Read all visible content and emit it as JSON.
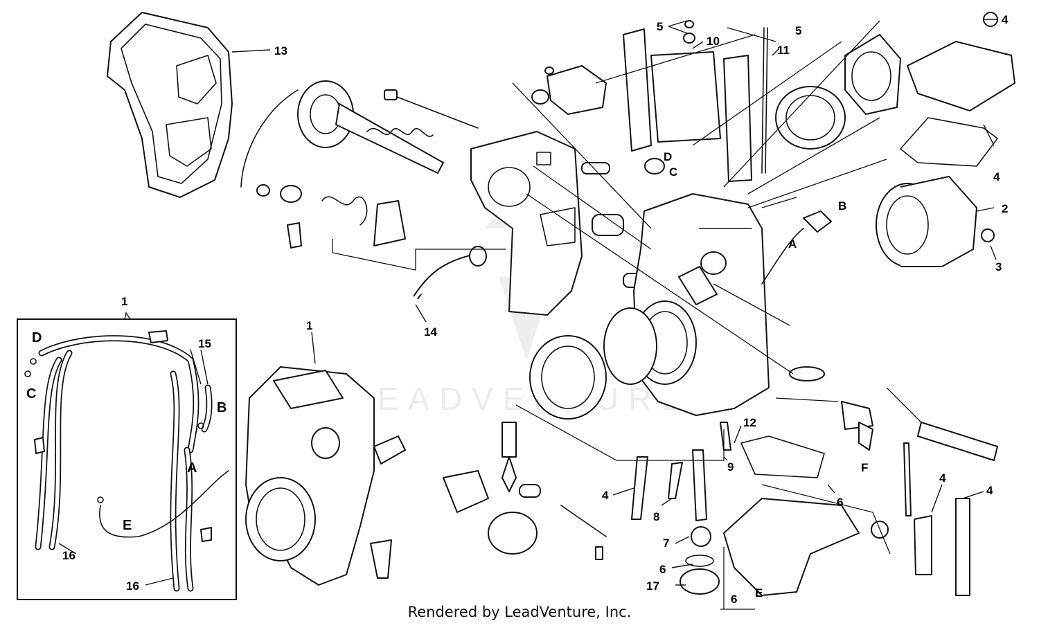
{
  "diagram": {
    "callouts": [
      {
        "id": "c13",
        "text": "13"
      },
      {
        "id": "c5a",
        "text": "5"
      },
      {
        "id": "c10",
        "text": "10"
      },
      {
        "id": "c5b",
        "text": "5"
      },
      {
        "id": "c11",
        "text": "11"
      },
      {
        "id": "c4a",
        "text": "4"
      },
      {
        "id": "cD1",
        "text": "D"
      },
      {
        "id": "cC1",
        "text": "C"
      },
      {
        "id": "cB1",
        "text": "B"
      },
      {
        "id": "cA1",
        "text": "A"
      },
      {
        "id": "c2",
        "text": "2"
      },
      {
        "id": "c4b",
        "text": "4"
      },
      {
        "id": "c3",
        "text": "3"
      },
      {
        "id": "c14",
        "text": "14"
      },
      {
        "id": "c1a",
        "text": "1"
      },
      {
        "id": "c1b",
        "text": "1"
      },
      {
        "id": "cD2",
        "text": "D"
      },
      {
        "id": "cC2",
        "text": "C"
      },
      {
        "id": "c15",
        "text": "15"
      },
      {
        "id": "cB2",
        "text": "B"
      },
      {
        "id": "cA2",
        "text": "A"
      },
      {
        "id": "cE1",
        "text": "E"
      },
      {
        "id": "c16a",
        "text": "16"
      },
      {
        "id": "c16b",
        "text": "16"
      },
      {
        "id": "c12",
        "text": "12"
      },
      {
        "id": "c9",
        "text": "9"
      },
      {
        "id": "cF",
        "text": "F"
      },
      {
        "id": "c6a",
        "text": "6"
      },
      {
        "id": "c4c",
        "text": "4"
      },
      {
        "id": "c8",
        "text": "8"
      },
      {
        "id": "c7",
        "text": "7"
      },
      {
        "id": "c6b",
        "text": "6"
      },
      {
        "id": "c17",
        "text": "17"
      },
      {
        "id": "c6c",
        "text": "6"
      },
      {
        "id": "cE2",
        "text": "E"
      },
      {
        "id": "c4d",
        "text": "4"
      },
      {
        "id": "c4e",
        "text": "4"
      }
    ],
    "watermark": "LEADVENTURE"
  },
  "footer": {
    "text": "Rendered by LeadVenture, Inc."
  }
}
